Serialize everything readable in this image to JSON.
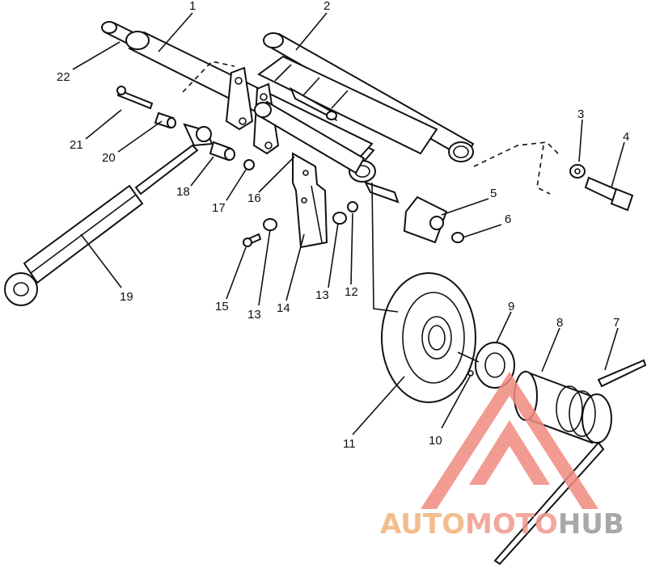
{
  "labels": [
    "1",
    "2",
    "3",
    "4",
    "5",
    "6",
    "7",
    "8",
    "9",
    "10",
    "11",
    "12",
    "13",
    "13",
    "14",
    "15",
    "16",
    "17",
    "18",
    "19",
    "20",
    "21",
    "22"
  ],
  "watermark": {
    "part1": "AUTO",
    "part2": "MOTO",
    "part3": "HUB",
    "colors": {
      "auto": "#f2b27a",
      "moto": "#f29a8e",
      "hub": "#9a9a9a",
      "triangle": "#f08a80"
    }
  }
}
